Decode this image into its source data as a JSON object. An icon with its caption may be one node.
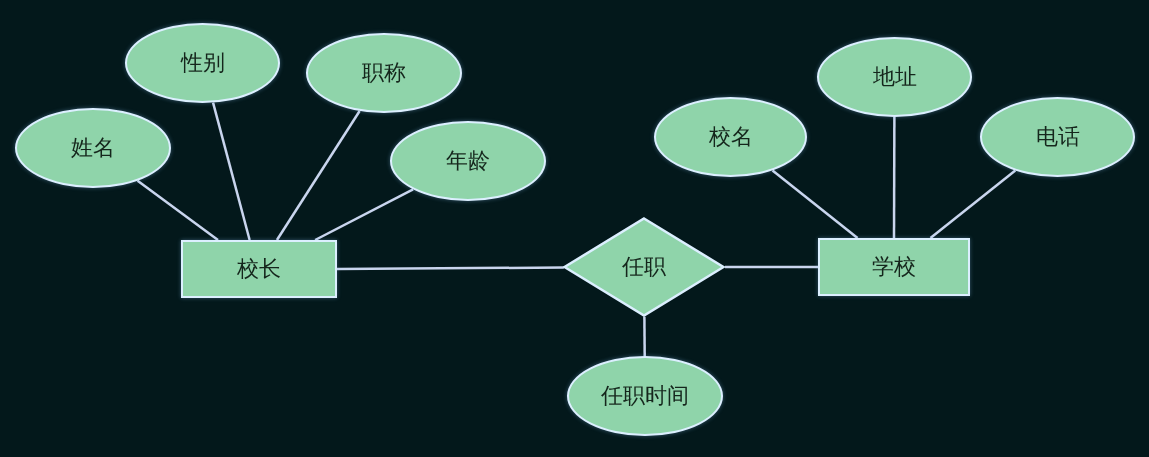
{
  "diagram": {
    "nodes": [
      {
        "text": [
          "姓名"
        ]
      },
      {
        "text": [
          "性别"
        ]
      },
      {
        "text": [
          "职称"
        ]
      },
      {
        "text": [
          "年龄"
        ]
      },
      {
        "text": [
          "校长"
        ]
      },
      {
        "text": [
          "任职"
        ]
      },
      {
        "text": [
          "学校"
        ]
      },
      {
        "text": [
          "校名"
        ]
      },
      {
        "text": [
          "地址"
        ]
      },
      {
        "text": [
          "电话"
        ]
      },
      {
        "text": [
          "任职时间"
        ]
      }
    ],
    "edges": [
      {
        "from": 4,
        "to": 0,
        "arrow": "none"
      },
      {
        "from": 4,
        "to": 1,
        "arrow": "none"
      },
      {
        "from": 4,
        "to": 2,
        "arrow": "none"
      },
      {
        "from": 4,
        "to": 3,
        "arrow": "none"
      },
      {
        "from": 4,
        "to": 5,
        "arrow": "none"
      },
      {
        "from": 5,
        "to": 6,
        "arrow": "none"
      },
      {
        "from": 6,
        "to": 7,
        "arrow": "none"
      },
      {
        "from": 6,
        "to": 8,
        "arrow": "none"
      },
      {
        "from": 6,
        "to": 9,
        "arrow": "none"
      },
      {
        "from": 5,
        "to": 10,
        "arrow": "none"
      }
    ]
  }
}
